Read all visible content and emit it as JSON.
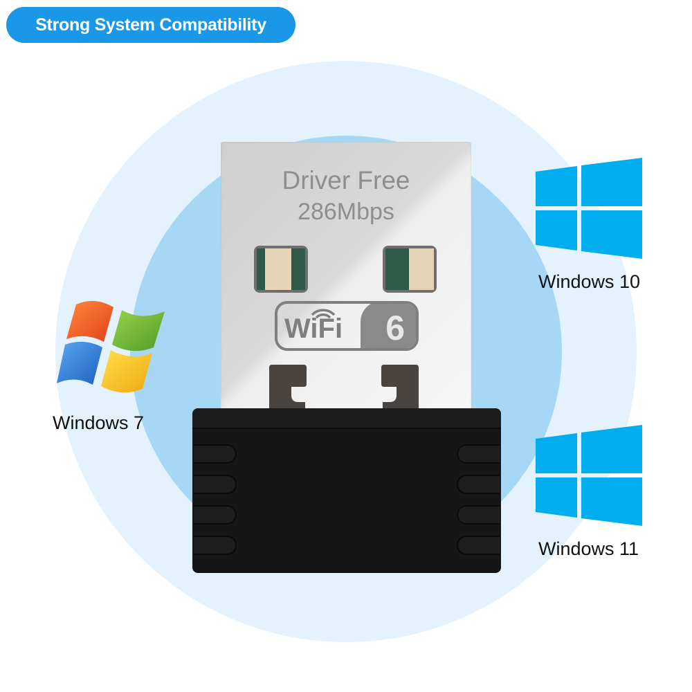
{
  "header": {
    "badge_label": "Strong System Compatibility"
  },
  "product": {
    "line1": "Driver Free",
    "line2": "286Mbps",
    "logo_text": "WiFi",
    "logo_number": "6"
  },
  "os_list": [
    {
      "name": "Windows 7",
      "icon": "windows-7-logo-icon"
    },
    {
      "name": "Windows 10",
      "icon": "windows-10-logo-icon"
    },
    {
      "name": "Windows 11",
      "icon": "windows-11-logo-icon"
    }
  ],
  "colors": {
    "badge": "#1a97e6",
    "outer_circle": "#e3f2fc",
    "inner_circle": "#a6d8f6",
    "windows_modern": "#00adef"
  }
}
